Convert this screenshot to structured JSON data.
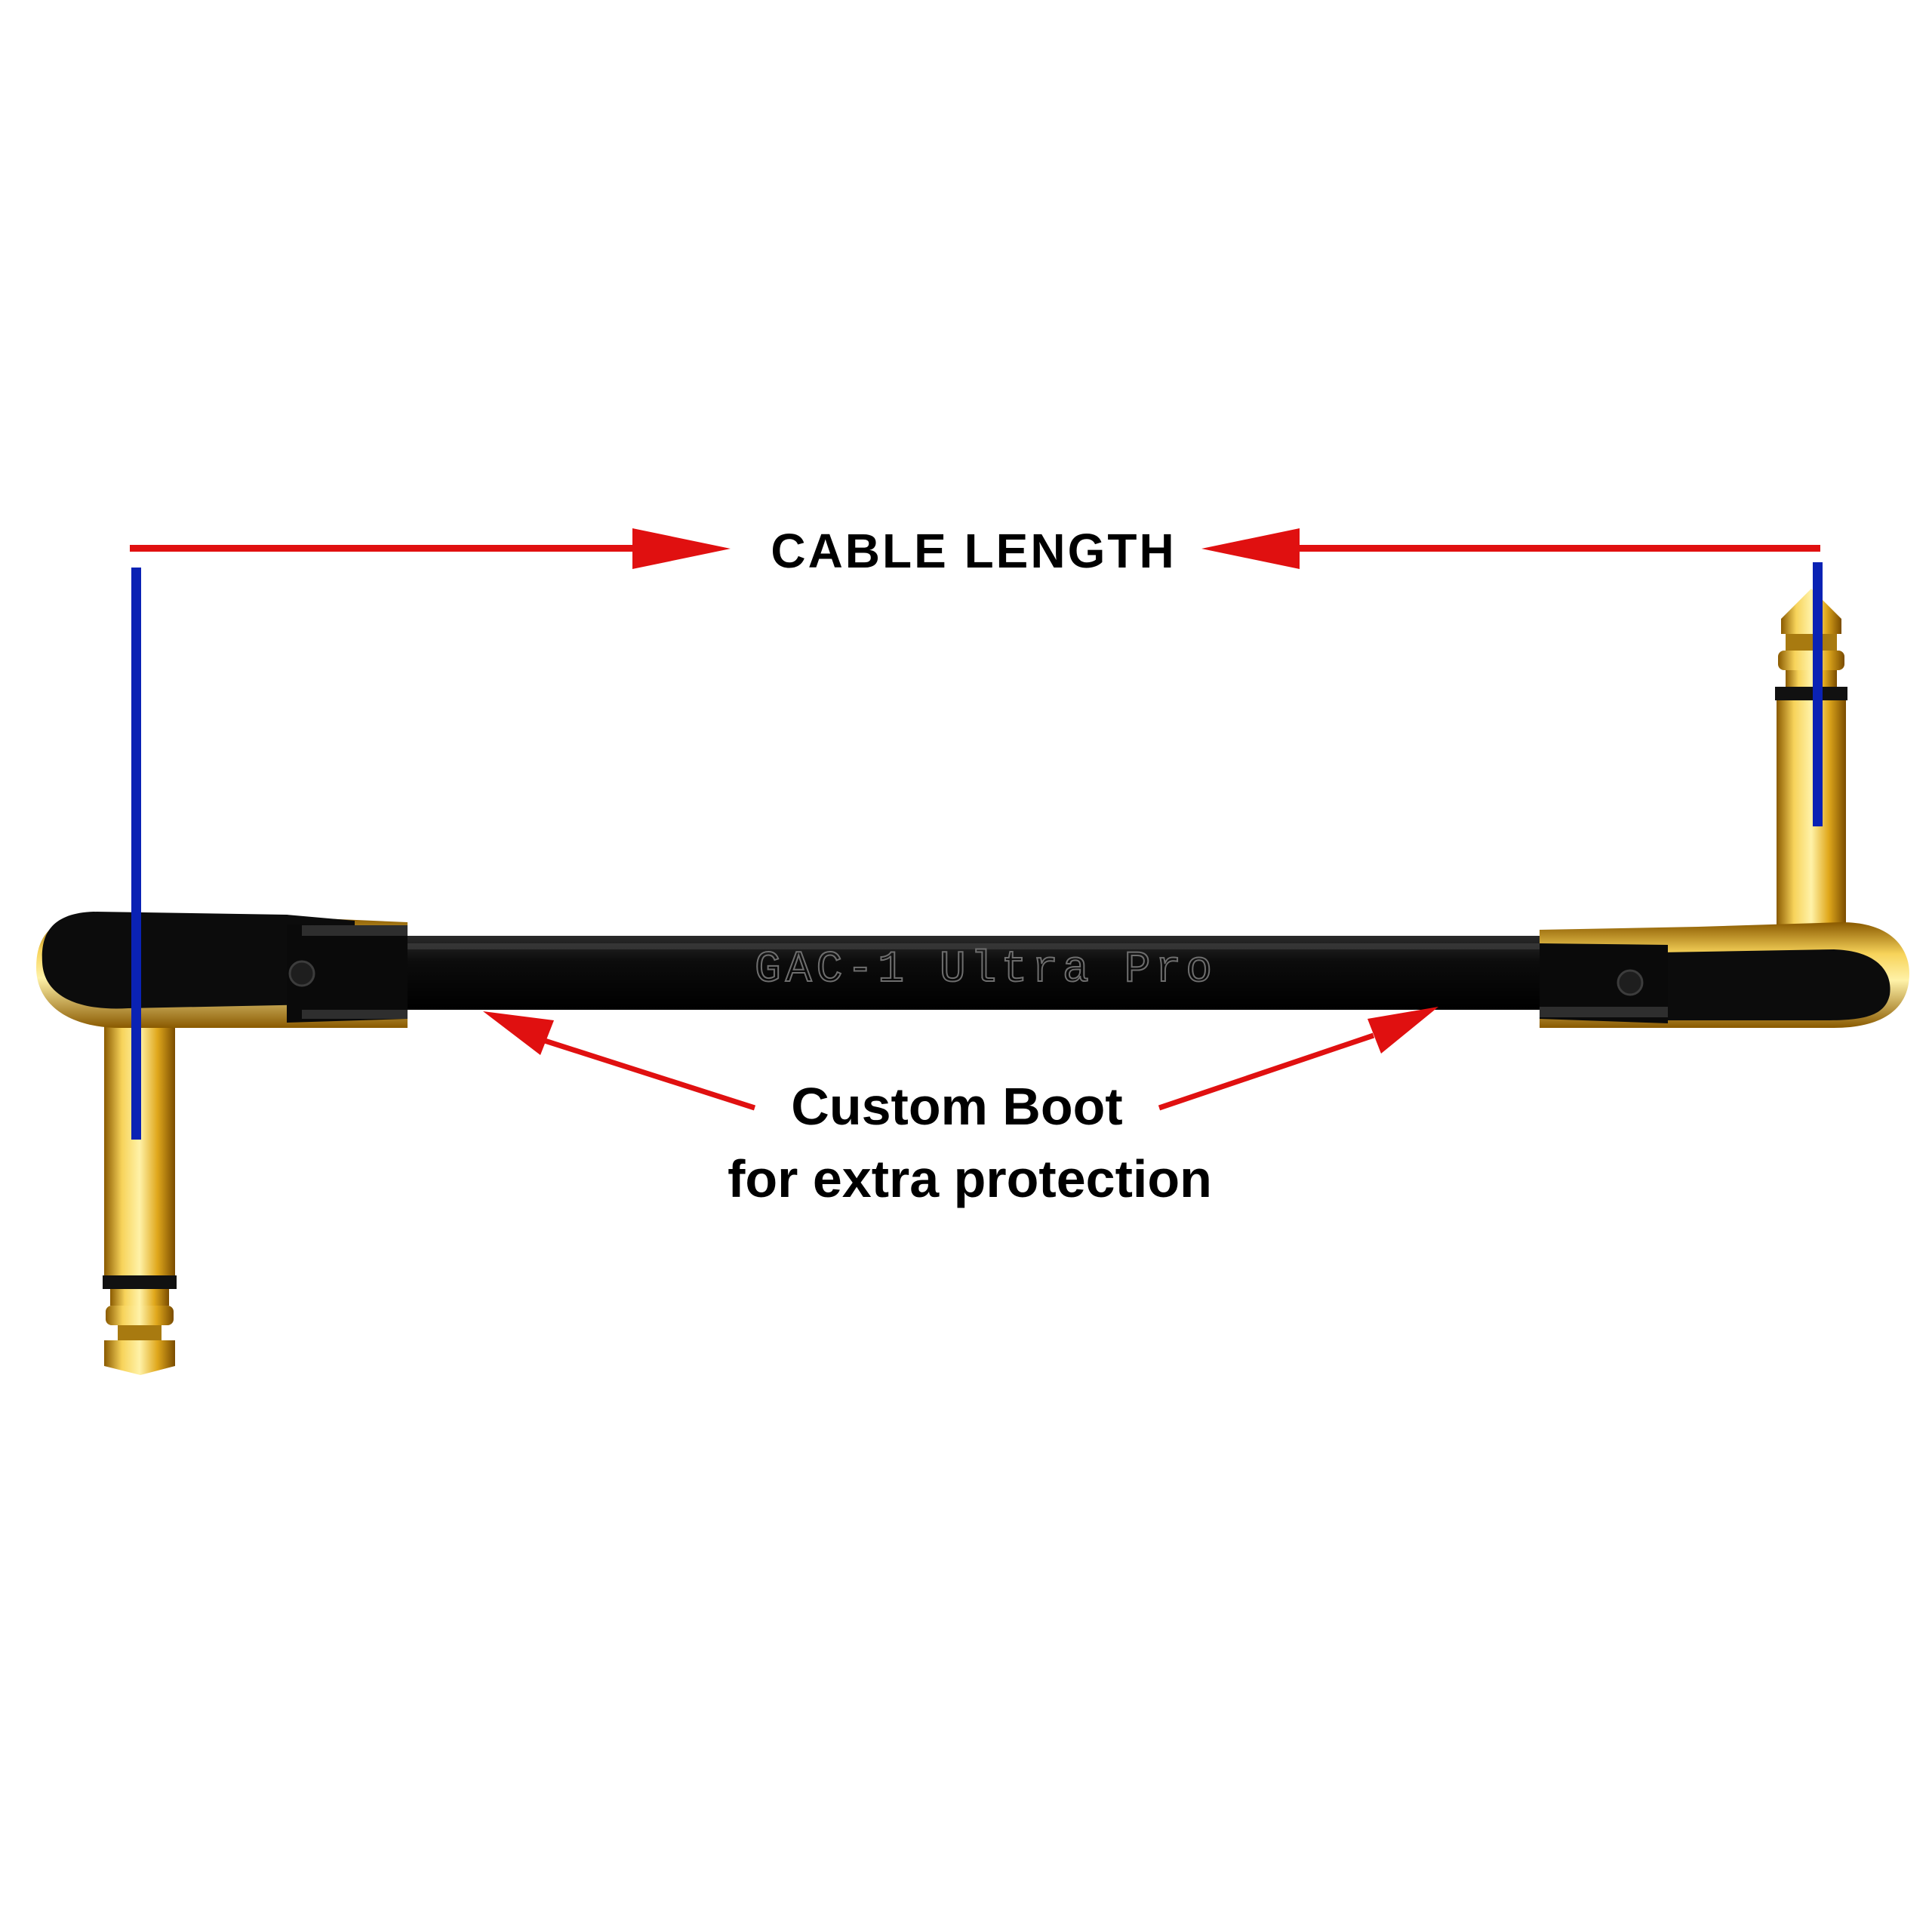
{
  "annotations": {
    "cable_length_label": "CABLE LENGTH",
    "boot_label_line1": "Custom Boot",
    "boot_label_line2": "for extra protection"
  },
  "cable": {
    "jacket_print": "GAC-1 Ultra Pro"
  },
  "colors": {
    "arrow": "#e01010",
    "measure_line": "#0a22b4",
    "gold": "#e6b422",
    "jacket": "#0c0c0c"
  }
}
